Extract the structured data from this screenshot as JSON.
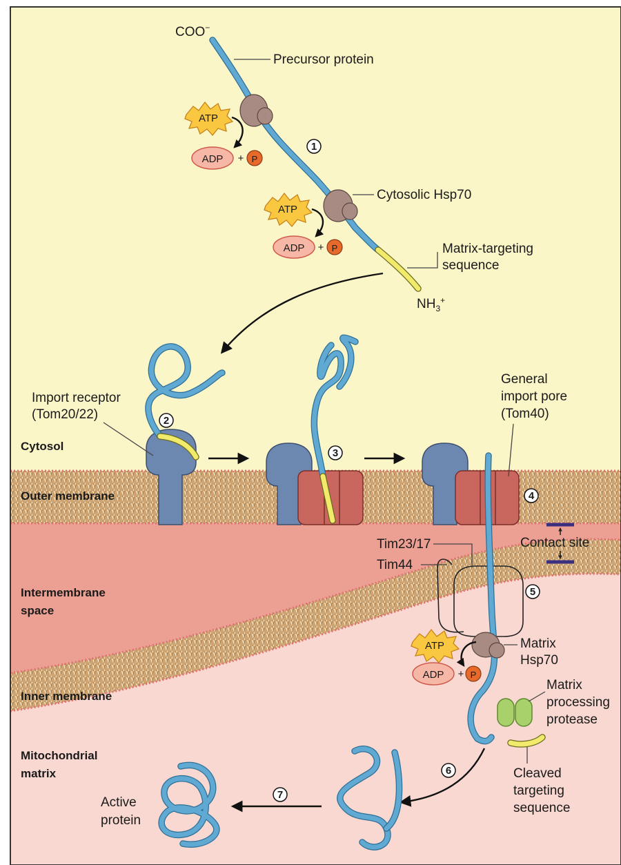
{
  "labels": {
    "coo": "COO",
    "coo_sup": "−",
    "precursor_protein": "Precursor protein",
    "cytosolic_hsp70": "Cytosolic Hsp70",
    "matrix_targeting_1": "Matrix-targeting",
    "matrix_targeting_2": "sequence",
    "nh3": "NH",
    "nh3_sub": "3",
    "nh3_sup": "+",
    "import_receptor_1": "Import receptor",
    "import_receptor_2": "(Tom20/22)",
    "general_pore_1": "General",
    "general_pore_2": "import pore",
    "general_pore_3": "(Tom40)",
    "tim2317": "Tim23/17",
    "tim44": "Tim44",
    "contact_site": "Contact site",
    "matrix_hsp70_1": "Matrix",
    "matrix_hsp70_2": "Hsp70",
    "mpp_1": "Matrix",
    "mpp_2": "processing",
    "mpp_3": "protease",
    "cleaved_1": "Cleaved",
    "cleaved_2": "targeting",
    "cleaved_3": "sequence",
    "active_1": "Active",
    "active_2": "protein"
  },
  "regions": {
    "cytosol": "Cytosol",
    "outer_membrane": "Outer membrane",
    "intermembrane_1": "Intermembrane",
    "intermembrane_2": "space",
    "inner_membrane": "Inner membrane",
    "matrix_1": "Mitochondrial",
    "matrix_2": "matrix"
  },
  "chips": {
    "atp": "ATP",
    "adp": "ADP",
    "plus": "+",
    "p": "P"
  },
  "steps": [
    "1",
    "2",
    "3",
    "4",
    "5",
    "6",
    "7"
  ],
  "colors": {
    "cytosol": "#fbf6c8",
    "intermembrane": "#ec9f93",
    "matrix": "#f8d8d0",
    "membrane": "#d2a877",
    "receptor": "#6d88b0",
    "pore": "#c9675f",
    "hsp70": "#a88c84",
    "protein": "#5fa9d2",
    "targeting_sequence": "#f2ea6a",
    "protease": "#a9d16b",
    "atp": "#f9c840",
    "adp": "#f7b7a6",
    "phosphate": "#e86a2a"
  }
}
